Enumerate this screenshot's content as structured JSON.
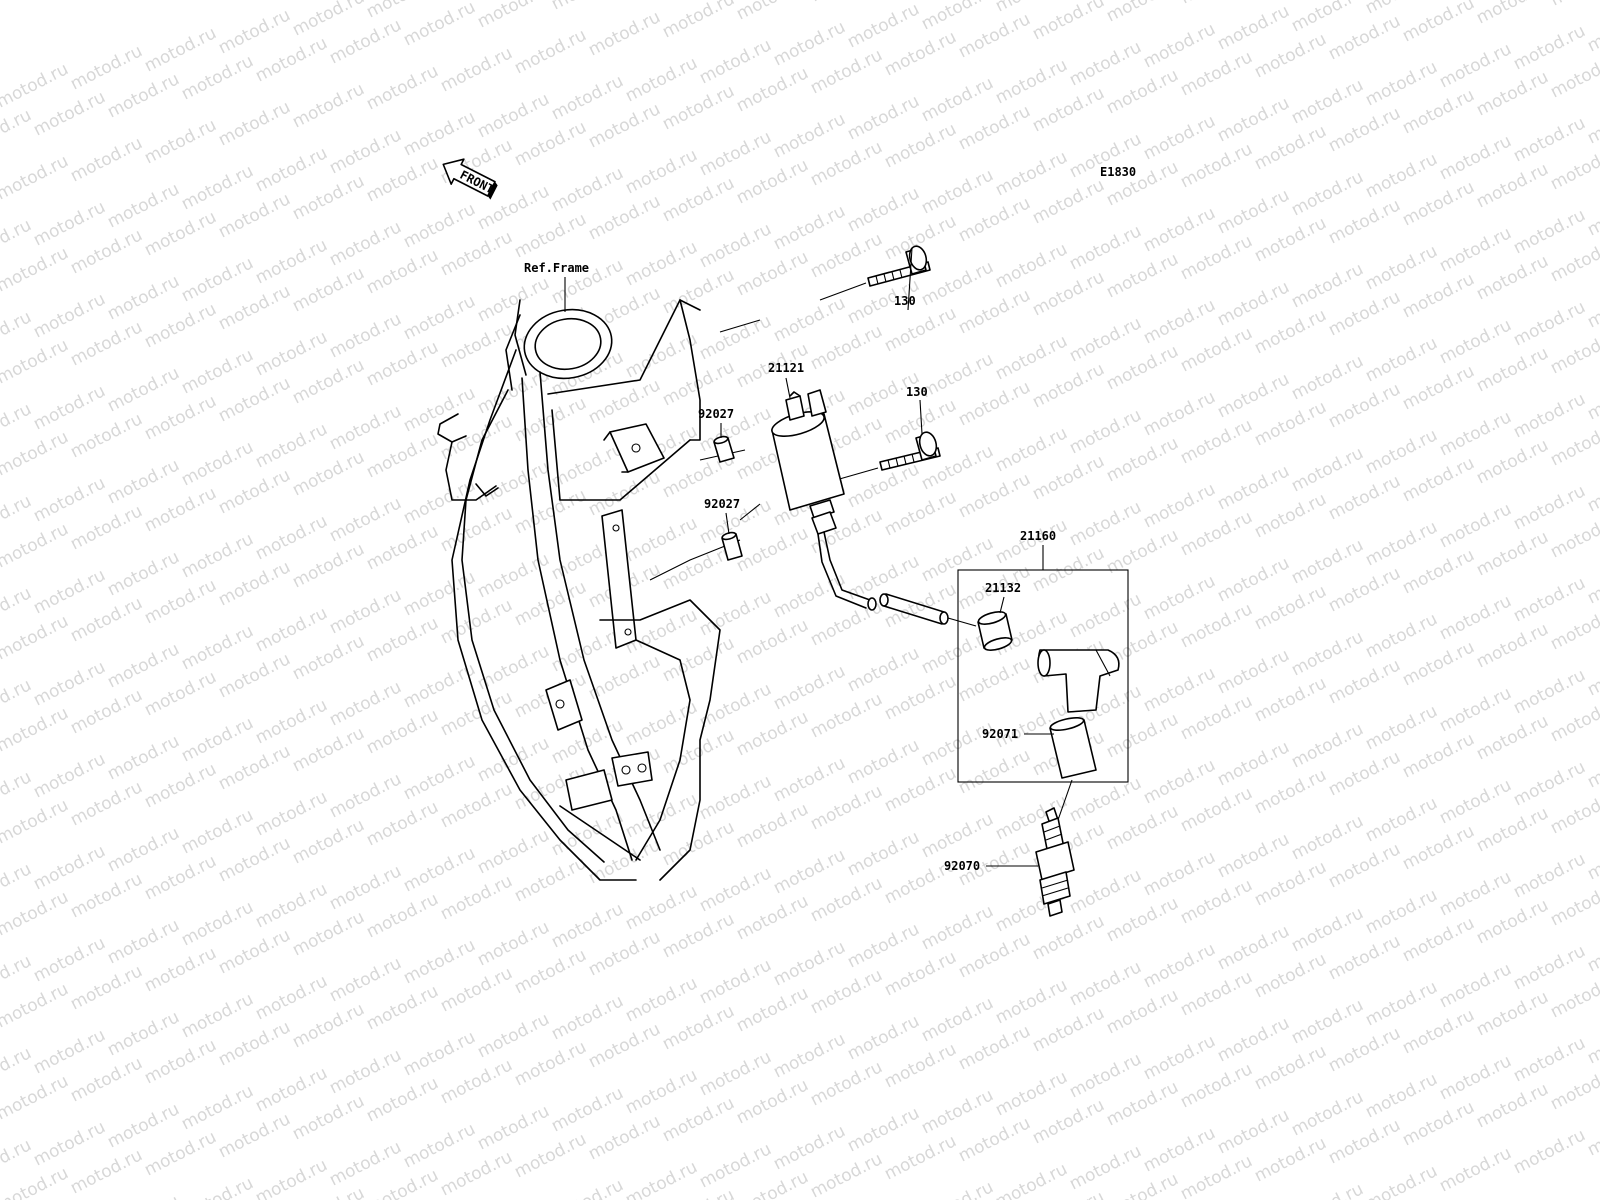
{
  "diagram_code": "E1830",
  "front_label": "FRONT",
  "watermark_text": "motod.ru",
  "labels": {
    "ref_frame": "Ref.Frame",
    "bolt_upper": "130",
    "bolt_lower": "130",
    "ignition_coil": "21121",
    "collar_upper": "92027",
    "collar_lower": "92027",
    "cap_assembly": "21160",
    "cap": "21132",
    "seal": "92071",
    "spark_plug": "92070"
  },
  "colors": {
    "line": "#000000",
    "watermark": "#b8b8b8",
    "background": "#ffffff"
  }
}
